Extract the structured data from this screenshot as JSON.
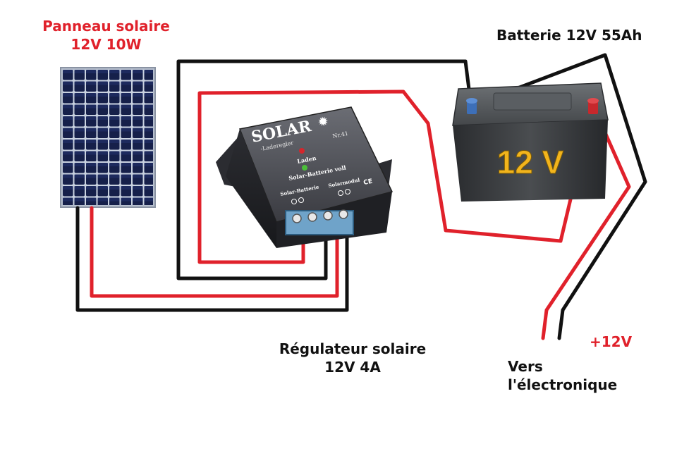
{
  "labels": {
    "panel_line1": "Panneau solaire",
    "panel_line2": "12V 10W",
    "battery_title": "Batterie 12V 55Ah",
    "regulator_line1": "Régulateur solaire",
    "regulator_line2": "12V 4A",
    "plus12": "+12V",
    "out_line1": "Vers",
    "out_line2": "l'électronique"
  },
  "regulator_face": {
    "brand": "SOLAR",
    "sub": "-Laderegler",
    "model": "Nr.41",
    "led_charge": "Laden",
    "led_full": "Solar-Batterie voll",
    "term_battery": "Solar-Batterie",
    "term_module": "Solarmodul",
    "ce": "CE"
  },
  "battery_face": {
    "voltage": "12 V"
  },
  "colors": {
    "positive_wire": "#e0212b",
    "negative_wire": "#111111",
    "label_red": "#e0212b",
    "label_black": "#111111",
    "battery_gold": "#f2b41c",
    "regulator_body": "#3b3c42"
  }
}
